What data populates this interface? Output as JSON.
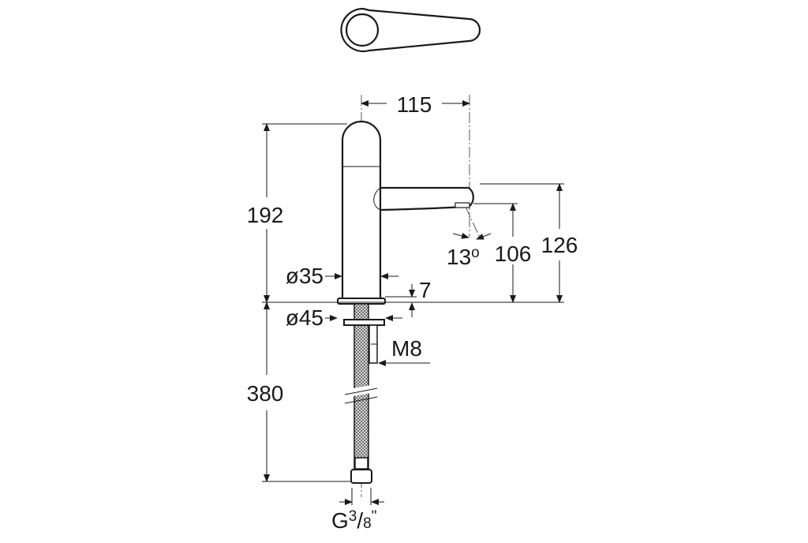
{
  "drawing": {
    "dimensions": {
      "spout_reach": "115",
      "body_height": "192",
      "spout_top_height": "126",
      "outlet_height": "106",
      "outlet_angle": "13",
      "degree_mark": "o",
      "body_diameter": "ø35",
      "flange_diameter": "ø45",
      "flange_thickness": "7",
      "stud_thread": "M8",
      "hose_length": "380",
      "hose_connection_main": "G",
      "hose_connection_num": "3",
      "hose_connection_slash": "/",
      "hose_connection_den": "8",
      "hose_connection_inch": "\""
    }
  }
}
